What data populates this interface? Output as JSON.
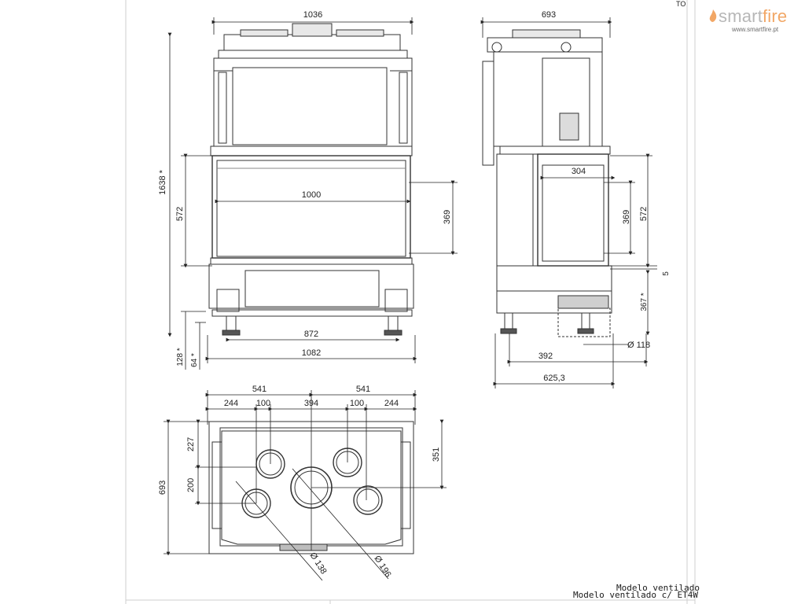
{
  "brand": {
    "name_part1": "smart",
    "name_part2": "fire",
    "url": "www.smartfire.pt",
    "flame_icon": "flame-icon",
    "colors": {
      "name": "#b7b7b7",
      "accent": "#f2a766",
      "url": "#6c6c6c"
    }
  },
  "corner_code": "TO",
  "front_view": {
    "width_total": "1036",
    "height_total": "1638 *",
    "height_glass": "572",
    "opening_width": "1000",
    "opening_height": "369",
    "base_width": "872",
    "base_total": "1082",
    "foot_height_1": "128 *",
    "foot_height_2": "64 *"
  },
  "side_view": {
    "depth_total": "693",
    "opening_width": "304",
    "opening_height": "369",
    "glass_height": "572",
    "gap": "5",
    "lower_height": "367 *",
    "flue_diameter": "Ø 118",
    "flue_offset": "392",
    "depth_base": "625,3"
  },
  "top_view": {
    "half_left": "541",
    "half_right": "541",
    "edge_left": "244",
    "edge_right": "244",
    "spacing_left": "100",
    "spacing_right": "100",
    "center": "394",
    "depth": "693",
    "offset_top": "227",
    "offset_mid": "200",
    "offset_right": "351",
    "duct_small": "Ø 138",
    "duct_large": "Ø 196"
  },
  "captions": {
    "line1": "Modelo ventilado",
    "line2": "Modelo ventilado c/ ET4W"
  }
}
